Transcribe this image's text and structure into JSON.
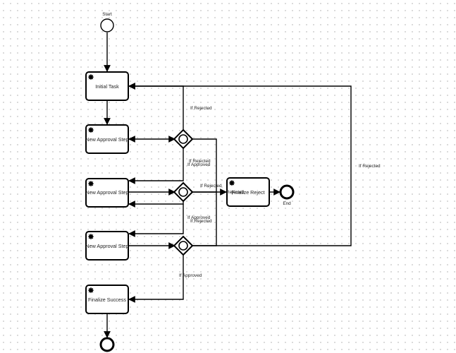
{
  "diagram": {
    "events": {
      "start_label": "Start",
      "end_label": "End"
    },
    "tasks": {
      "initial": "Initial Task",
      "approval_1": "New Approval Step",
      "approval_2": "New Approval Step",
      "approval_3": "New Approval Step",
      "finalize_reject": "Finalize Reject",
      "finalize_success": "Finalize Success"
    },
    "flow_labels": {
      "rejected_top": "If Rejected",
      "rejected_g1": "If Rejected",
      "approved_g1": "If Approved",
      "rejected_to_reject": "If Rejected",
      "rejected_overlap": "Rejected",
      "approved_g2": "If Approved",
      "rejected_g2": "If Rejected",
      "rejected_right": "If Rejected",
      "approved_g3": "If Approved"
    },
    "icons": {
      "task_icon": "gear-icon",
      "gateway_icon": "complex-gateway-icon"
    }
  }
}
